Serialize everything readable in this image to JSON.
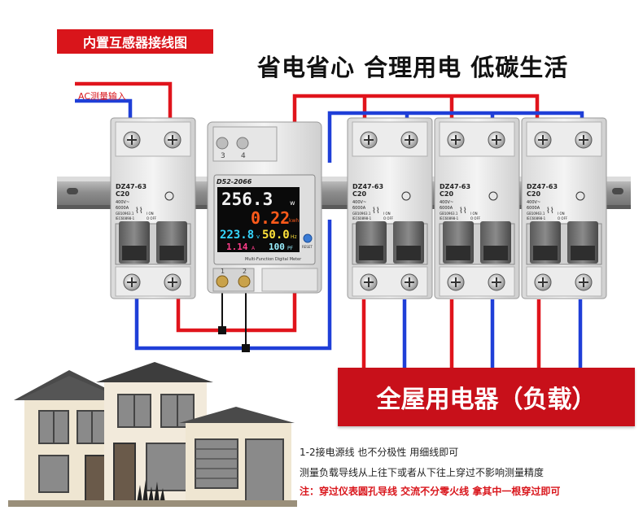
{
  "title_badge": "内置互感器接线图",
  "slogan": "省电省心  合理用电  低碳生活",
  "ac_input_label": "AC测量输入",
  "load_label": "全屋用电器（负载）",
  "notes": {
    "line1": "1-2接电源线  也不分极性  用细线即可",
    "line2": "测量负载导线从上往下或者从下往上穿过不影响测量精度",
    "line3": "注：穿过仪表圆孔导线  交流不分零火线  拿其中一根穿过即可"
  },
  "meter": {
    "model": "D52-2066",
    "power": "256.3",
    "power_unit": "w",
    "energy": "0.22",
    "energy_unit": "kwh",
    "voltage": "223.8",
    "voltage_unit": "v",
    "frequency": "50.0",
    "frequency_unit": "Hz",
    "current": "1.14",
    "current_unit": "A",
    "power_factor": "100",
    "power_factor_unit": "PF",
    "caption": "Multi-Function Digital Meter",
    "reset_label": "RESET",
    "top_terminals": [
      "3",
      "4"
    ],
    "bottom_terminals": [
      "1",
      "2"
    ]
  },
  "breaker": {
    "model": "DZ47-63",
    "rating": "C20",
    "spec_lines": [
      "400V~",
      "6000A"
    ],
    "standard_lines": [
      "GB10963.1",
      "IEC60898-1"
    ],
    "on_label": "I ON",
    "off_label": "O OFF"
  },
  "colors": {
    "live_wire": "#e0141c",
    "neutral_wire": "#1f3fd8",
    "accent": "#d9151b",
    "rail": "#8a8a8a",
    "lcd_power": "#f2f2f2",
    "lcd_energy": "#ff5a1a",
    "lcd_voltage": "#35d6ff",
    "lcd_frequency": "#ffe23a",
    "lcd_current": "#ff3d8a",
    "lcd_pf": "#9af0ff"
  },
  "icons": {
    "house": "house-illustration",
    "ce": "ce-mark-icon"
  }
}
